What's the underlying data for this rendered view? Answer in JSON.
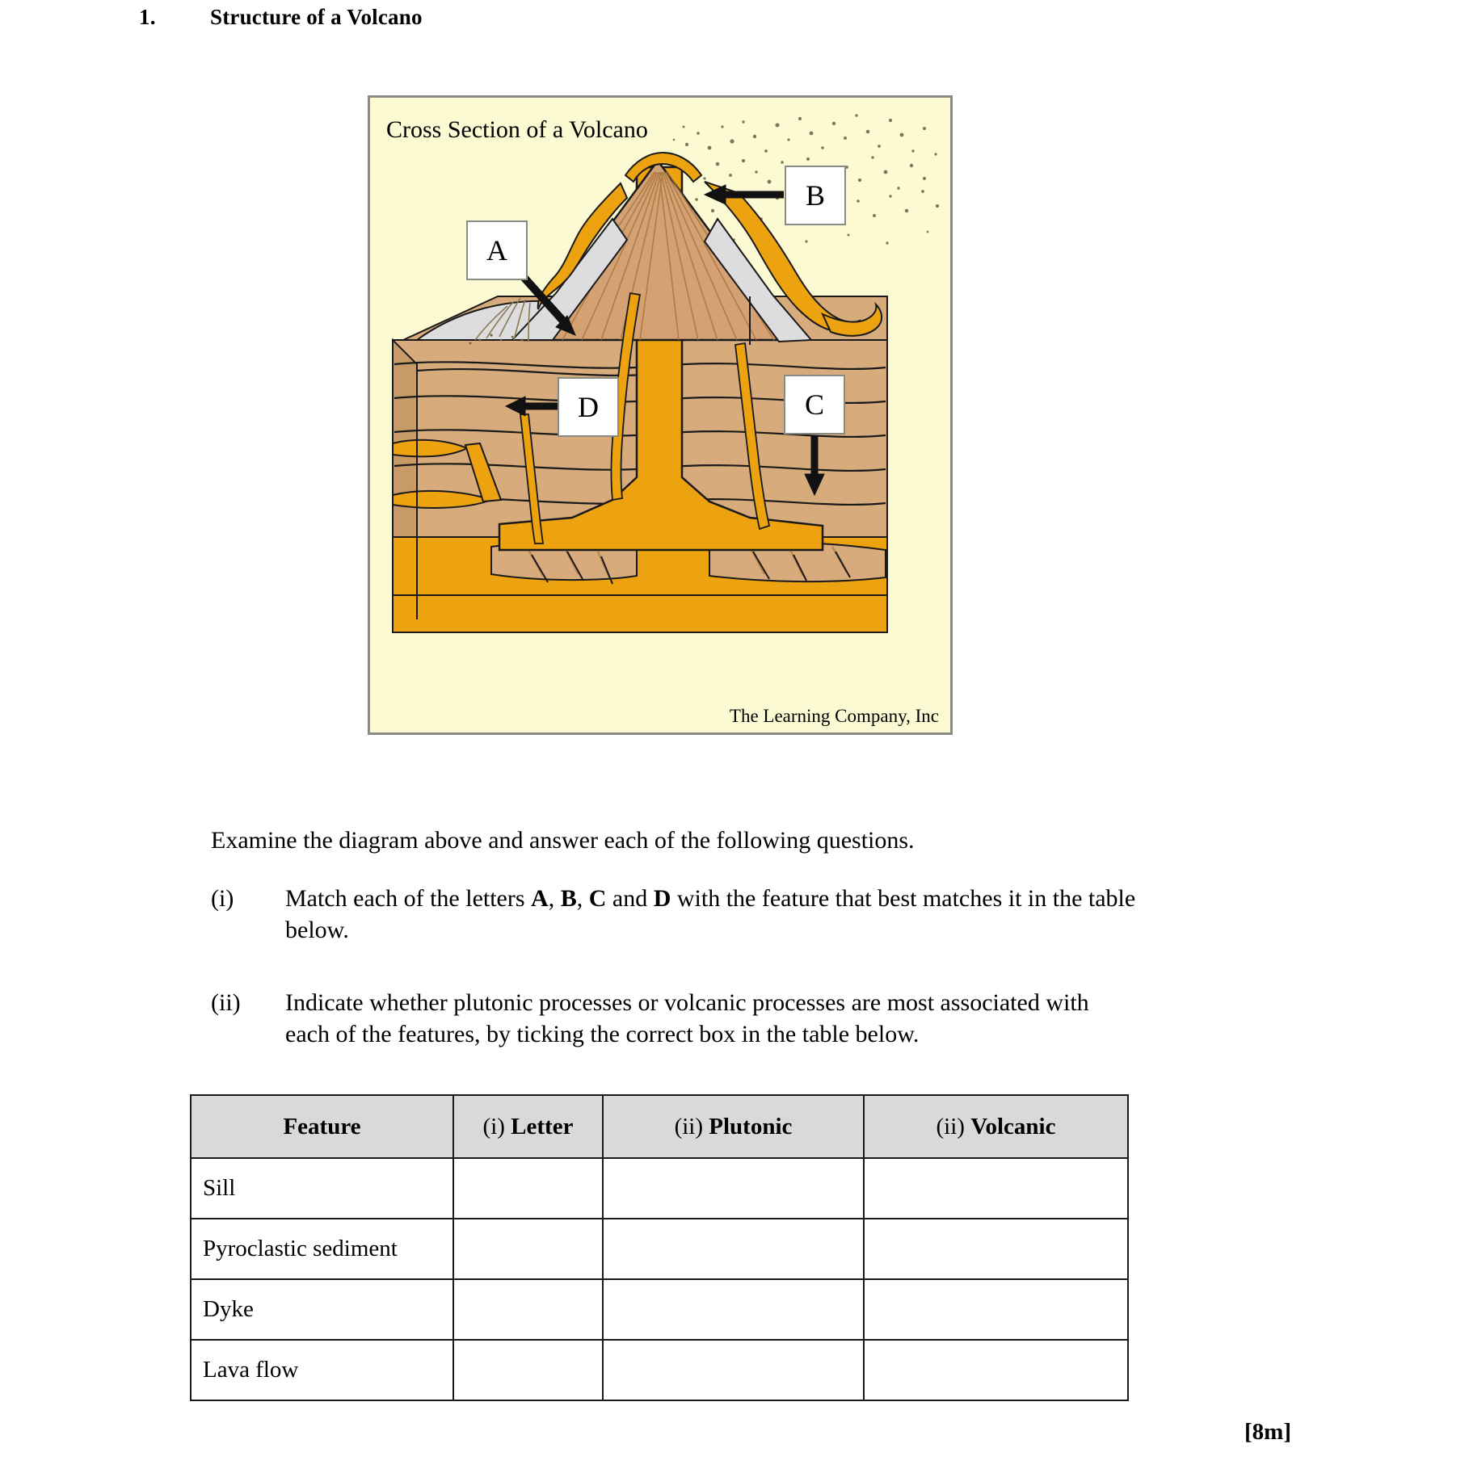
{
  "question": {
    "number": "1.",
    "title": "Structure of a Volcano"
  },
  "figure": {
    "caption": "Cross Section of a Volcano",
    "credit": "The Learning Company, Inc",
    "labels": {
      "a": "A",
      "b": "B",
      "c": "C",
      "d": "D"
    },
    "colors": {
      "background": "#fbfad2",
      "border": "#8c8c84",
      "magma": "#edA310",
      "rock_light": "#dcb185",
      "rock_mid": "#cfa272",
      "snow": "#dddde0",
      "ash": "#8a7b52",
      "outline": "#1a1a1a"
    }
  },
  "intro": "Examine the diagram above and answer each of the following questions.",
  "items": [
    {
      "marker": "(i)",
      "text_parts": [
        {
          "text": "Match each of the letters ",
          "bold": false
        },
        {
          "text": "A",
          "bold": true
        },
        {
          "text": ", ",
          "bold": false
        },
        {
          "text": "B",
          "bold": true
        },
        {
          "text": ", ",
          "bold": false
        },
        {
          "text": "C",
          "bold": true
        },
        {
          "text": " and ",
          "bold": false
        },
        {
          "text": "D",
          "bold": true
        },
        {
          "text": " with the feature that best matches it in the table below.",
          "bold": false
        }
      ],
      "plain": "Match each of the letters A, B, C and D with the feature that best matches it in the table below."
    },
    {
      "marker": "(ii)",
      "text_parts": [
        {
          "text": "Indicate whether plutonic processes or volcanic processes are most associated with each of the features, by ticking the correct box in the table below.",
          "bold": false
        }
      ],
      "plain": "Indicate whether plutonic processes or volcanic processes are most associated with each of the features, by ticking the correct box in the table below."
    }
  ],
  "table": {
    "headers": [
      {
        "prefix": "",
        "label": "Feature"
      },
      {
        "prefix": "(i) ",
        "label": "Letter"
      },
      {
        "prefix": "(ii) ",
        "label": "Plutonic"
      },
      {
        "prefix": "(ii) ",
        "label": "Volcanic"
      }
    ],
    "rows": [
      {
        "feature": "Sill",
        "letter": "",
        "plutonic": "",
        "volcanic": ""
      },
      {
        "feature": "Pyroclastic sediment",
        "letter": "",
        "plutonic": "",
        "volcanic": ""
      },
      {
        "feature": "Dyke",
        "letter": "",
        "plutonic": "",
        "volcanic": ""
      },
      {
        "feature": "Lava flow",
        "letter": "",
        "plutonic": "",
        "volcanic": ""
      }
    ],
    "header_fill": "#d9d9d9"
  },
  "marks": "[8m]"
}
